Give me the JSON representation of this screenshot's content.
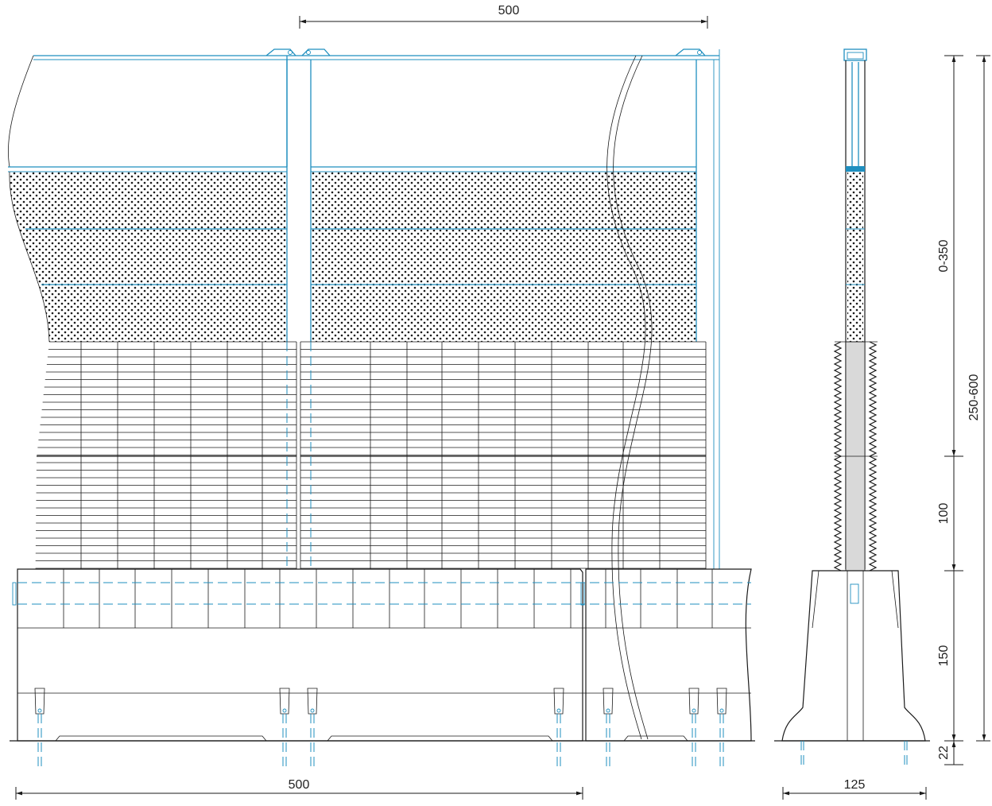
{
  "dimensions": {
    "top_width": "500",
    "bottom_width": "500",
    "side_width": "125",
    "height_upper": "0-350",
    "height_total": "250-600",
    "height_mid": "100",
    "height_base": "150",
    "height_foot": "22"
  },
  "colors": {
    "line": "#1a1a1a",
    "accent": "#1f8fbf",
    "perforated_fill": "#ffffff",
    "post_fill": "#d9d9d9"
  }
}
